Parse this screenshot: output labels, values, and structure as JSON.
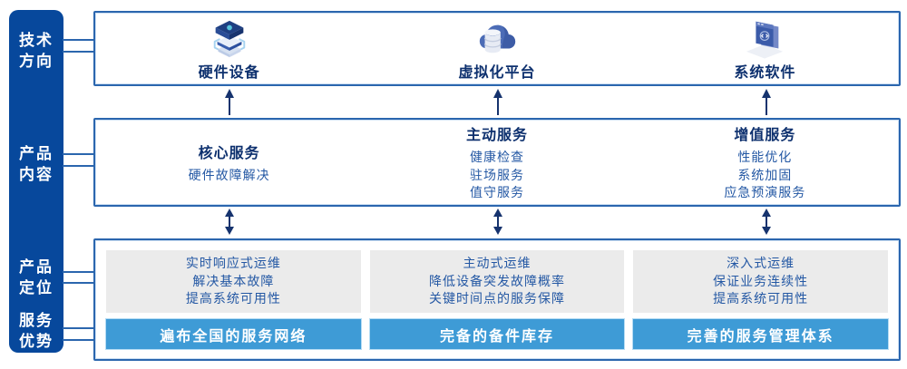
{
  "sidebar": {
    "labels": [
      {
        "line1": "技术",
        "line2": "方向"
      },
      {
        "line1": "产品",
        "line2": "内容"
      },
      {
        "line1": "产品",
        "line2": "定位"
      },
      {
        "line1": "服务",
        "line2": "优势"
      }
    ]
  },
  "tech": {
    "items": [
      {
        "label": "硬件设备",
        "icon": "server-stack-icon"
      },
      {
        "label": "虚拟化平台",
        "icon": "cloud-database-icon"
      },
      {
        "label": "系统软件",
        "icon": "software-window-icon"
      }
    ]
  },
  "content": {
    "columns": [
      {
        "title": "核心服务",
        "items": [
          "硬件故障解决"
        ]
      },
      {
        "title": "主动服务",
        "items": [
          "健康检查",
          "驻场服务",
          "值守服务"
        ]
      },
      {
        "title": "增值服务",
        "items": [
          "性能优化",
          "系统加固",
          "应急预演服务"
        ]
      }
    ]
  },
  "position": {
    "columns": [
      {
        "lines": [
          "实时响应式运维",
          "解决基本故障",
          "提高系统可用性"
        ],
        "bar": "遍布全国的服务网络"
      },
      {
        "lines": [
          "主动式运维",
          "降低设备突发故障概率",
          "关键时间点的服务保障"
        ],
        "bar": "完备的备件库存"
      },
      {
        "lines": [
          "深入式运维",
          "保证业务连续性",
          "提高系统可用性"
        ],
        "bar": "完善的服务管理体系"
      }
    ]
  },
  "colors": {
    "sidebar_bg": "#07489C",
    "box_border": "#2B66AE",
    "title_navy": "#0D306E",
    "body_blue": "#2458A4",
    "gray_panel": "#EBEBEB",
    "bar_blue": "#3E9BD6",
    "arrow_navy": "#16336E"
  }
}
